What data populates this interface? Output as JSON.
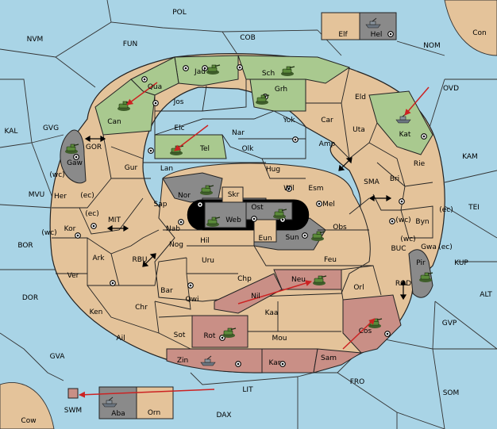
{
  "colors": {
    "sea": "#a9d4e6",
    "land": "#e4c39a",
    "green_power": "#a9c98f",
    "red_power": "#c98f86",
    "gray_power": "#8a8a8a",
    "border": "#222222",
    "order_arrow": "#cc2222"
  },
  "sea_labels": [
    {
      "id": "pol",
      "text": "POL"
    },
    {
      "id": "nvm",
      "text": "NVM"
    },
    {
      "id": "fun",
      "text": "FUN"
    },
    {
      "id": "cob",
      "text": "COB"
    },
    {
      "id": "nom",
      "text": "NOM"
    },
    {
      "id": "con",
      "text": "Con"
    },
    {
      "id": "ovd",
      "text": "OVD"
    },
    {
      "id": "kal",
      "text": "KAL"
    },
    {
      "id": "gvg",
      "text": "GVG"
    },
    {
      "id": "gor",
      "text": "GOR"
    },
    {
      "id": "kam",
      "text": "KAM"
    },
    {
      "id": "sma",
      "text": "SMA"
    },
    {
      "id": "mvu",
      "text": "MVU"
    },
    {
      "id": "mit",
      "text": "MIT"
    },
    {
      "id": "tei",
      "text": "TEI"
    },
    {
      "id": "bor",
      "text": "BOR"
    },
    {
      "id": "rbu",
      "text": "RBU"
    },
    {
      "id": "buc",
      "text": "BUC"
    },
    {
      "id": "kup",
      "text": "KUP"
    },
    {
      "id": "dor",
      "text": "DOR"
    },
    {
      "id": "rod",
      "text": "ROD"
    },
    {
      "id": "alt",
      "text": "ALT"
    },
    {
      "id": "gvp",
      "text": "GVP"
    },
    {
      "id": "gva",
      "text": "GVA"
    },
    {
      "id": "fro",
      "text": "FRO"
    },
    {
      "id": "som",
      "text": "SOM"
    },
    {
      "id": "lit",
      "text": "LIT"
    },
    {
      "id": "swm",
      "text": "SWM"
    },
    {
      "id": "dax",
      "text": "DAX"
    },
    {
      "id": "cow",
      "text": "Cow"
    }
  ],
  "land_labels": [
    {
      "id": "elf",
      "text": "Elf"
    },
    {
      "id": "hel",
      "text": "Hel"
    },
    {
      "id": "jad",
      "text": "Jad"
    },
    {
      "id": "sch",
      "text": "Sch"
    },
    {
      "id": "qua",
      "text": "Qua"
    },
    {
      "id": "jos",
      "text": "Jos"
    },
    {
      "id": "grh",
      "text": "Grh"
    },
    {
      "id": "eld",
      "text": "Eld"
    },
    {
      "id": "can",
      "text": "Can"
    },
    {
      "id": "elc",
      "text": "Elc"
    },
    {
      "id": "nar",
      "text": "Nar"
    },
    {
      "id": "yok",
      "text": "Yok"
    },
    {
      "id": "car",
      "text": "Car"
    },
    {
      "id": "uta",
      "text": "Uta"
    },
    {
      "id": "kat",
      "text": "Kat"
    },
    {
      "id": "tel",
      "text": "Tel"
    },
    {
      "id": "olk",
      "text": "Olk"
    },
    {
      "id": "amp",
      "text": "Amp"
    },
    {
      "id": "gaw",
      "text": "Gaw"
    },
    {
      "id": "gur",
      "text": "Gur"
    },
    {
      "id": "lan",
      "text": "Lan"
    },
    {
      "id": "hug",
      "text": "Hug"
    },
    {
      "id": "rie",
      "text": "Rie"
    },
    {
      "id": "bri",
      "text": "Bri"
    },
    {
      "id": "wil",
      "text": "Wil"
    },
    {
      "id": "esm",
      "text": "Esm"
    },
    {
      "id": "nor",
      "text": "Nor"
    },
    {
      "id": "skr",
      "text": "Skr"
    },
    {
      "id": "her",
      "text": "Her"
    },
    {
      "id": "sap",
      "text": "Sap"
    },
    {
      "id": "web",
      "text": "Web"
    },
    {
      "id": "ost",
      "text": "Ost"
    },
    {
      "id": "mel",
      "text": "Mel"
    },
    {
      "id": "byn",
      "text": "Byn"
    },
    {
      "id": "kor",
      "text": "Kor"
    },
    {
      "id": "nab",
      "text": "Nab"
    },
    {
      "id": "obs",
      "text": "Obs"
    },
    {
      "id": "eun",
      "text": "Eun"
    },
    {
      "id": "hil",
      "text": "Hil"
    },
    {
      "id": "sun",
      "text": "Sun"
    },
    {
      "id": "gwa",
      "text": "Gwa"
    },
    {
      "id": "nog",
      "text": "Nog"
    },
    {
      "id": "ark",
      "text": "Ark"
    },
    {
      "id": "uru",
      "text": "Uru"
    },
    {
      "id": "feu",
      "text": "Feu"
    },
    {
      "id": "pir",
      "text": "Pir"
    },
    {
      "id": "ver",
      "text": "Ver"
    },
    {
      "id": "chp",
      "text": "Chp"
    },
    {
      "id": "neu",
      "text": "Neu"
    },
    {
      "id": "bar",
      "text": "Bar"
    },
    {
      "id": "orl",
      "text": "Orl"
    },
    {
      "id": "qwi",
      "text": "Qwi"
    },
    {
      "id": "nil",
      "text": "Nil"
    },
    {
      "id": "ken",
      "text": "Ken"
    },
    {
      "id": "chr",
      "text": "Chr"
    },
    {
      "id": "kaa",
      "text": "Kaa"
    },
    {
      "id": "rot",
      "text": "Rot"
    },
    {
      "id": "cos",
      "text": "Cos"
    },
    {
      "id": "ail",
      "text": "Ail"
    },
    {
      "id": "sot",
      "text": "Sot"
    },
    {
      "id": "mou",
      "text": "Mou"
    },
    {
      "id": "zin",
      "text": "Zin"
    },
    {
      "id": "kar",
      "text": "Kar"
    },
    {
      "id": "sam",
      "text": "Sam"
    },
    {
      "id": "aba",
      "text": "Aba"
    },
    {
      "id": "orn",
      "text": "Orn"
    }
  ],
  "coast_labels": [
    {
      "id": "gaw-wc",
      "text": "(wc)"
    },
    {
      "id": "her-ec",
      "text": "(ec)"
    },
    {
      "id": "kor-ec",
      "text": "(ec)"
    },
    {
      "id": "kor-wc",
      "text": "(wc)"
    },
    {
      "id": "byn-wc",
      "text": "(wc)"
    },
    {
      "id": "byn-ec",
      "text": "(ec)"
    },
    {
      "id": "gwa-wc",
      "text": "(wc)"
    },
    {
      "id": "gwa-ec",
      "text": "(ec)"
    }
  ],
  "units": [
    {
      "id": "can",
      "type": "army",
      "power": "green"
    },
    {
      "id": "jad",
      "type": "army",
      "power": "green"
    },
    {
      "id": "sch",
      "type": "army",
      "power": "green"
    },
    {
      "id": "grh",
      "type": "army",
      "power": "green"
    },
    {
      "id": "tel",
      "type": "army",
      "power": "green"
    },
    {
      "id": "kat",
      "type": "fleet",
      "power": "green"
    },
    {
      "id": "gaw",
      "type": "army",
      "power": "gray"
    },
    {
      "id": "nor",
      "type": "army",
      "power": "gray"
    },
    {
      "id": "web",
      "type": "army",
      "power": "gray"
    },
    {
      "id": "ost",
      "type": "army",
      "power": "gray"
    },
    {
      "id": "sun",
      "type": "army",
      "power": "gray"
    },
    {
      "id": "pir",
      "type": "army",
      "power": "gray"
    },
    {
      "id": "hel",
      "type": "fleet",
      "power": "gray"
    },
    {
      "id": "aba",
      "type": "fleet",
      "power": "gray"
    },
    {
      "id": "neu",
      "type": "army",
      "power": "red"
    },
    {
      "id": "rot",
      "type": "army",
      "power": "red"
    },
    {
      "id": "cos",
      "type": "army",
      "power": "red"
    },
    {
      "id": "zin",
      "type": "fleet",
      "power": "red"
    }
  ]
}
